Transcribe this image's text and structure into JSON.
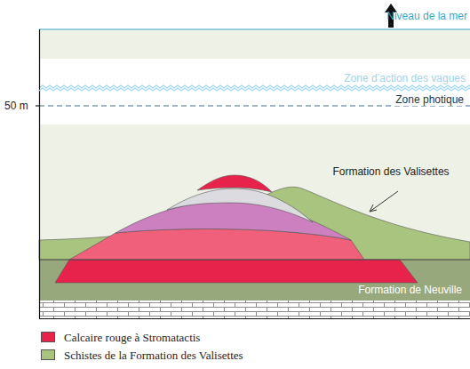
{
  "diagram": {
    "labels": [
      "Niveau de la mer",
      "Zone d’action des vagues",
      "Zone photique",
      "50 m",
      "Formation des Valisettes",
      "Formation de Neuville"
    ],
    "legend": [
      {
        "text": "Calcaire rouge à Stromatactis",
        "color": "#e8234b"
      },
      {
        "text": "Schistes de la Formation des Valisettes",
        "color": "#a9c47f"
      }
    ]
  }
}
